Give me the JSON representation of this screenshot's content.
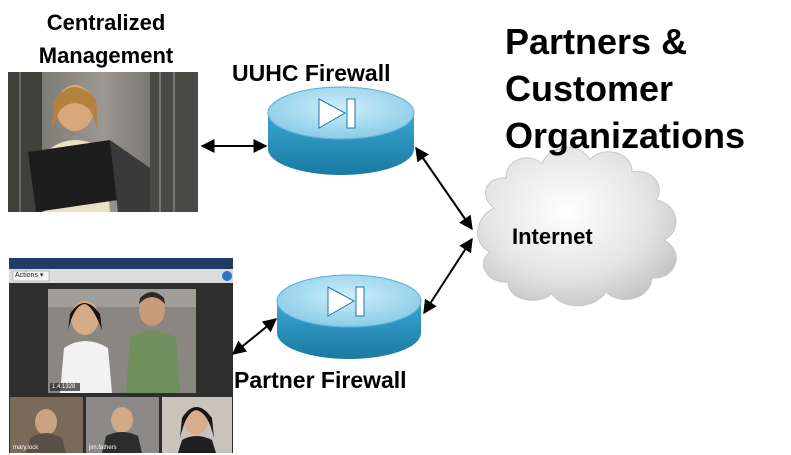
{
  "centralized_management": {
    "line1": "Centralized",
    "line2": "Management"
  },
  "uuhc_firewall": {
    "label": "UUHC Firewall"
  },
  "partners": {
    "line1": "Partners &",
    "line2": "Customer",
    "line3": "Organizations"
  },
  "internet": {
    "label": "Internet"
  },
  "partner_firewall": {
    "label": "Partner Firewall"
  },
  "video_window": {
    "menu_label": "Actions ▾",
    "main_caption": "1.4 1328",
    "thumb_captions": [
      "mary.lock",
      "jim.fathers",
      ""
    ]
  },
  "colors": {
    "firewall_top": "#a9dcf0",
    "firewall_side": "#2b94bf",
    "cloud": "#d8d8d8",
    "arrow": "#000000"
  }
}
